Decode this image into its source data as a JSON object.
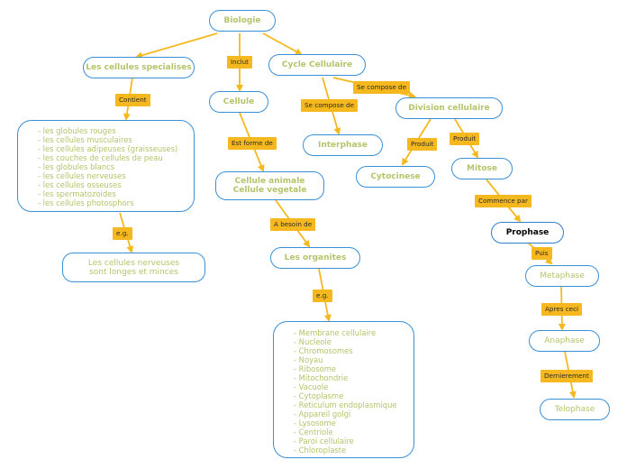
{
  "colors": {
    "node_text": "#b3c46a",
    "node_border": "#3a8fd6",
    "link": "#f6b81f",
    "label_bg": "#f6b81f"
  },
  "nodes": {
    "biologie": "Biologie",
    "cellules_specialisees": "Les cellules specialises",
    "cellule": "Cellule",
    "cycle_cellulaire": "Cycle Cellulaire",
    "specialized_list": [
      "- les globules rouges",
      "- les cellules musculaires",
      "- les cellules adipeuses (graisseuses)",
      "- les couches de cellules de peau",
      "- les globules blancs",
      "- les cellules nerveuses",
      "- les cellules osseuses",
      "- les spermatozoides",
      "- les cellules photosphors"
    ],
    "cellule_types": [
      "Cellule animale",
      "Cellule vegetale"
    ],
    "interphase": "Interphase",
    "division_cellulaire": "Division cellulaire",
    "cytocinese": "Cytocinese",
    "mitose": "Mitose",
    "nerve_example": "Les cellules nerveuses sont longes et minces",
    "organites": "Les organites",
    "prophase": "Prophase",
    "metaphase": "Metaphase",
    "anaphase": "Anaphase",
    "telophase": "Telophase",
    "organites_list": [
      "- Membrane cellulaire",
      "- Nucleole",
      "- Chromosomes",
      "- Noyau",
      "- Ribosome",
      "- Mitochondrie",
      "- Vacuole",
      "- Cytoplasme",
      "- Reticulum endoplasmique",
      "- Appareil golgi",
      "- Lysosome",
      "- Centriole",
      "- Paroi cellulaire",
      "- Chloroplaste"
    ]
  },
  "labels": {
    "inclut": "Inclut",
    "contient": "Contient",
    "se_compose_de_1": "Se compose de",
    "se_compose_de_2": "Se compose de",
    "est_forme_de": "Est forme de",
    "produit_1": "Produit",
    "produit_2": "Produit",
    "eg_1": "e.g.",
    "a_besoin_de": "A besoin de",
    "commence_par": "Commence par",
    "puis": "Puis",
    "eg_2": "e.g.",
    "apres_ceci": "Apres ceci",
    "dernierement": "Dernierement"
  }
}
